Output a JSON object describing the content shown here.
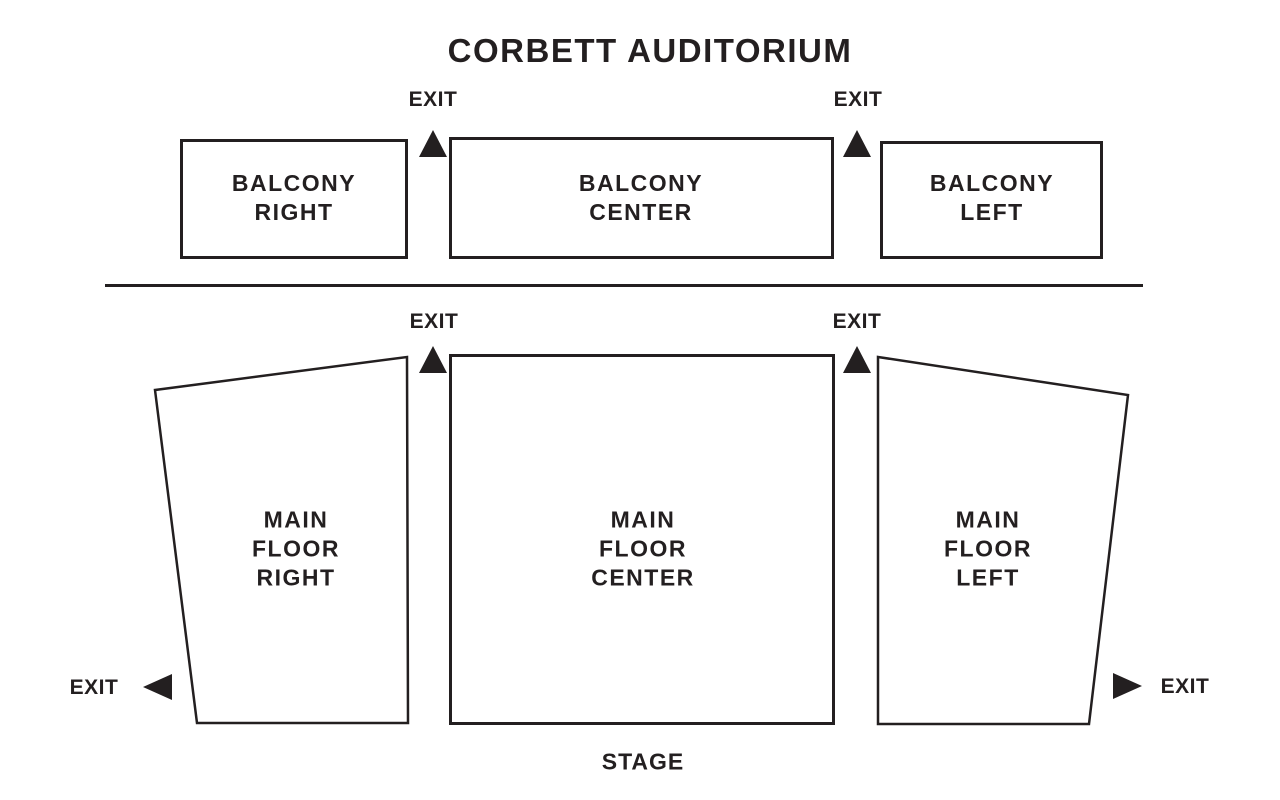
{
  "title": "CORBETT AUDITORIUM",
  "colors": {
    "ink": "#231f20",
    "background": "#ffffff"
  },
  "sections": {
    "balcony_right": {
      "lines": [
        "BALCONY",
        "RIGHT"
      ]
    },
    "balcony_center": {
      "lines": [
        "BALCONY",
        "CENTER"
      ]
    },
    "balcony_left": {
      "lines": [
        "BALCONY",
        "LEFT"
      ]
    },
    "main_floor_right": {
      "lines": [
        "MAIN",
        "FLOOR",
        "RIGHT"
      ]
    },
    "main_floor_center": {
      "lines": [
        "MAIN",
        "FLOOR",
        "CENTER"
      ]
    },
    "main_floor_left": {
      "lines": [
        "MAIN",
        "FLOOR",
        "LEFT"
      ]
    }
  },
  "exits": [
    {
      "label": "EXIT",
      "arrow_icon": "triangle-up",
      "position": "balcony-right-aisle"
    },
    {
      "label": "EXIT",
      "arrow_icon": "triangle-up",
      "position": "balcony-left-aisle"
    },
    {
      "label": "EXIT",
      "arrow_icon": "triangle-up",
      "position": "main-floor-right-aisle"
    },
    {
      "label": "EXIT",
      "arrow_icon": "triangle-up",
      "position": "main-floor-left-aisle"
    },
    {
      "label": "EXIT",
      "arrow_icon": "triangle-left",
      "position": "main-floor-right-side"
    },
    {
      "label": "EXIT",
      "arrow_icon": "triangle-right",
      "position": "main-floor-left-side"
    }
  ],
  "stage": {
    "label": "STAGE"
  }
}
